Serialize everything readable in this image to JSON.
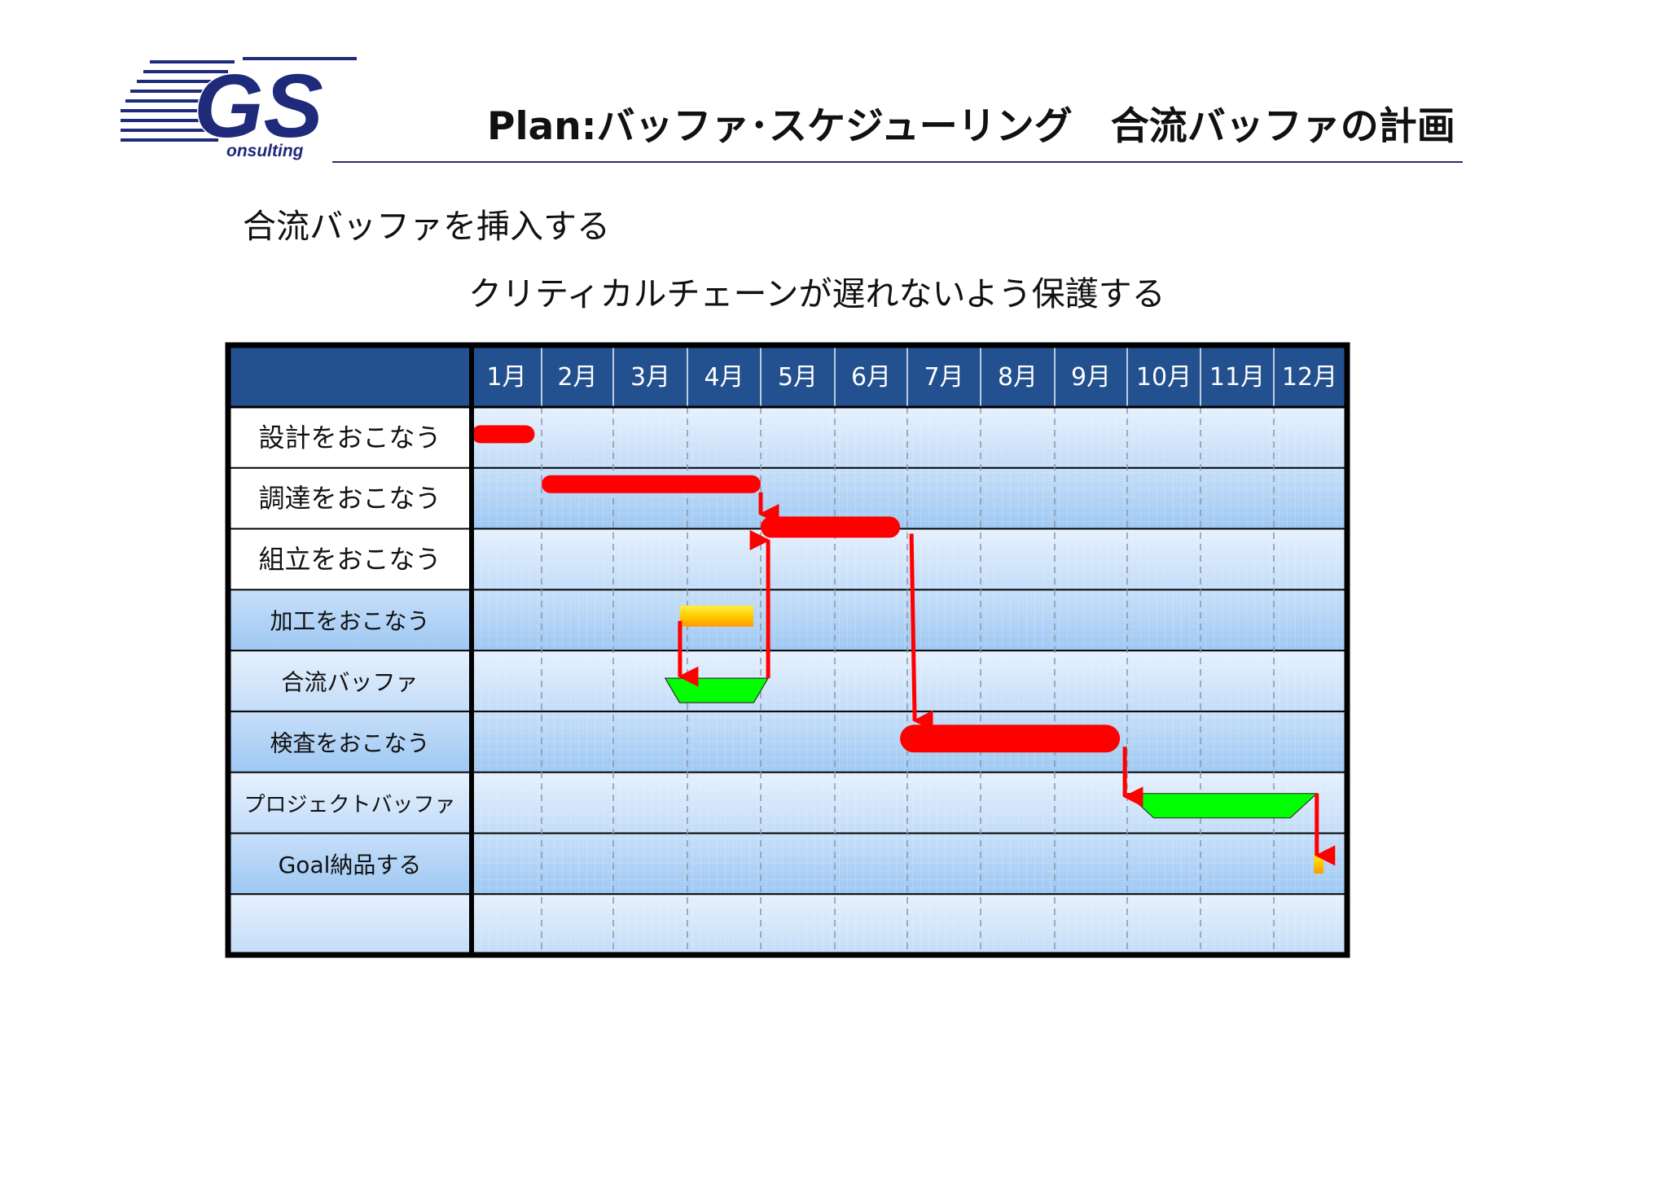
{
  "logo": {
    "letters": "GS",
    "tagline": "onsulting"
  },
  "title": "Plan:バッファ･スケジューリング　合流バッファの計画",
  "heading": "合流バッファを挿入する",
  "subheading": "クリティカルチェーンが遅れないよう保護する",
  "colors": {
    "header_blue": "#23508f",
    "task_red": "#ff0000",
    "buffer_green": "#00ff00",
    "feeder_yellow": "#ffcc00",
    "frame_black": "#000000"
  },
  "chart_data": {
    "type": "table",
    "months": [
      "1月",
      "2月",
      "3月",
      "4月",
      "5月",
      "6月",
      "7月",
      "8月",
      "9月",
      "10月",
      "11月",
      "12月"
    ],
    "rows": [
      {
        "label": "設計をおこなう"
      },
      {
        "label": "調達をおこなう"
      },
      {
        "label": "組立をおこなう"
      },
      {
        "label": "加工をおこなう"
      },
      {
        "label": "合流バッファ"
      },
      {
        "label": "検査をおこなう"
      },
      {
        "label": "プロジェクトバッファ"
      },
      {
        "label": "Goal納品する"
      },
      {
        "label": ""
      }
    ],
    "items": [
      {
        "row": 0,
        "kind": "task",
        "start": 0,
        "end": 0.9
      },
      {
        "row": 1,
        "kind": "task",
        "start": 1,
        "end": 4
      },
      {
        "row": 2,
        "kind": "task",
        "start": 4,
        "end": 5.9
      },
      {
        "row": 3,
        "kind": "feeder",
        "start": 2.9,
        "end": 3.9
      },
      {
        "row": 4,
        "kind": "buffer",
        "start": 2.7,
        "end": 4.1
      },
      {
        "row": 5,
        "kind": "task",
        "start": 5.9,
        "end": 8.9
      },
      {
        "row": 6,
        "kind": "buffer",
        "start": 9,
        "end": 11.6
      },
      {
        "row": 7,
        "kind": "goal",
        "start": 11.4,
        "end": 11.55
      }
    ]
  }
}
